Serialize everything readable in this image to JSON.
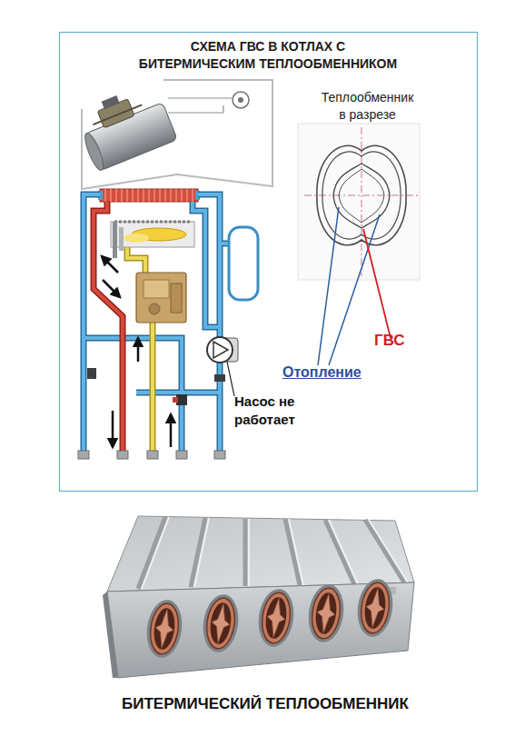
{
  "diagram": {
    "title": "СХЕМА ГВС В КОТЛАХ С БИТЕРМИЧЕСКИМ ТЕПЛООБМЕННИКОМ",
    "caption": "БИТЕРМИЧЕСКИЙ ТЕПЛООБМЕННИК",
    "labels": [
      "Теплообменник в разрезе",
      "ГВС",
      "Отопление",
      "Насос не работает"
    ]
  }
}
